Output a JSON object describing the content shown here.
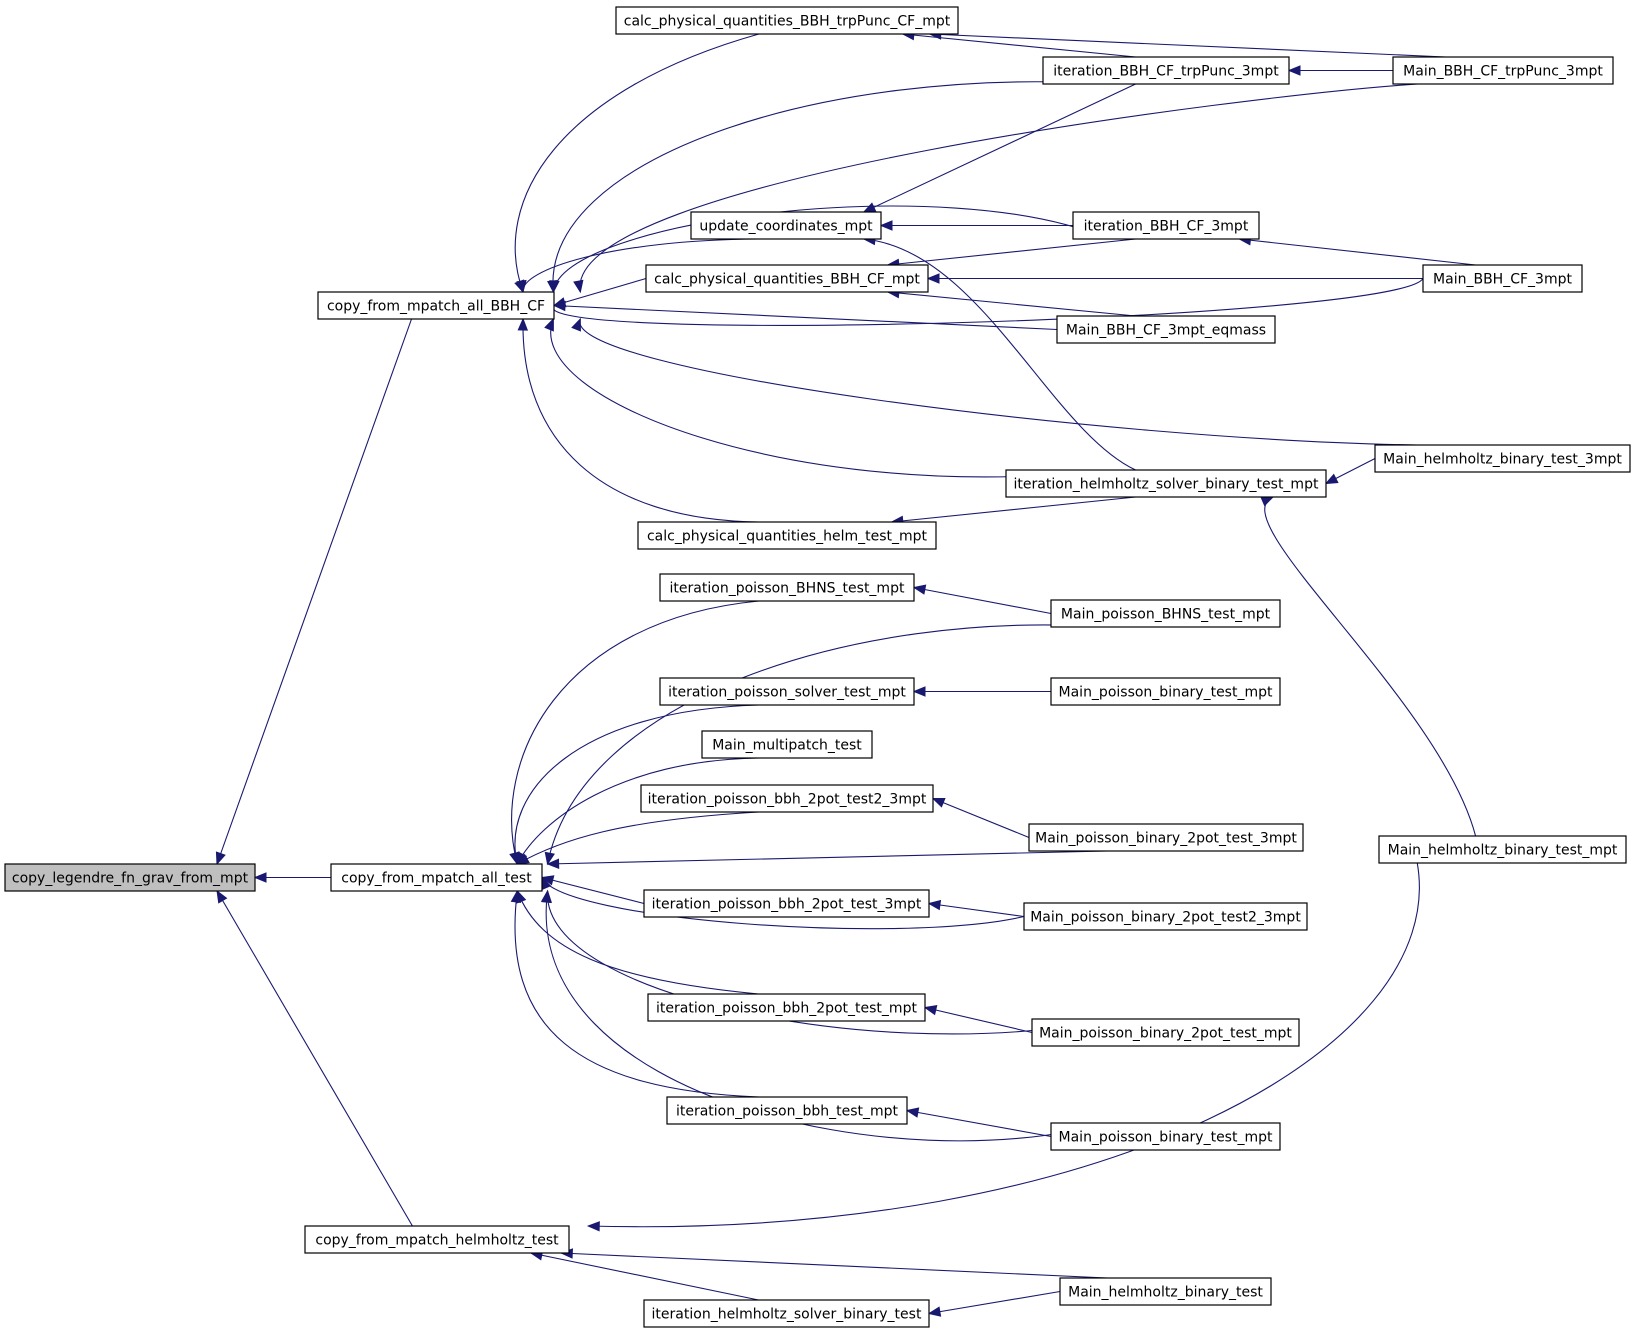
{
  "nodes": [
    {
      "id": "root",
      "label": "copy_legendre_fn_grav_from_mpt",
      "highlighted": true
    },
    {
      "id": "all_bbh",
      "label": "copy_from_mpatch_all_BBH_CF"
    },
    {
      "id": "all_test",
      "label": "copy_from_mpatch_all_test"
    },
    {
      "id": "helm_test",
      "label": "copy_from_mpatch_helmholtz_test"
    },
    {
      "id": "calc_trp",
      "label": "calc_physical_quantities_BBH_trpPunc_CF_mpt"
    },
    {
      "id": "update",
      "label": "update_coordinates_mpt"
    },
    {
      "id": "calc_cf",
      "label": "calc_physical_quantities_BBH_CF_mpt"
    },
    {
      "id": "calc_helm",
      "label": "calc_physical_quantities_helm_test_mpt"
    },
    {
      "id": "it_trp",
      "label": "iteration_BBH_CF_trpPunc_3mpt"
    },
    {
      "id": "it_3mpt",
      "label": "iteration_BBH_CF_3mpt"
    },
    {
      "id": "main_eqmass",
      "label": "Main_BBH_CF_3mpt_eqmass"
    },
    {
      "id": "it_helm_mpt",
      "label": "iteration_helmholtz_solver_binary_test_mpt"
    },
    {
      "id": "main_trp",
      "label": "Main_BBH_CF_trpPunc_3mpt"
    },
    {
      "id": "main_3mpt",
      "label": "Main_BBH_CF_3mpt"
    },
    {
      "id": "main_helm_3mpt",
      "label": "Main_helmholtz_binary_test_3mpt"
    },
    {
      "id": "main_helm_mpt",
      "label": "Main_helmholtz_binary_test_mpt"
    },
    {
      "id": "it_bhns",
      "label": "iteration_poisson_BHNS_test_mpt"
    },
    {
      "id": "it_solver",
      "label": "iteration_poisson_solver_test_mpt"
    },
    {
      "id": "main_multi",
      "label": "Main_multipatch_test"
    },
    {
      "id": "it_2pot2_3",
      "label": "iteration_poisson_bbh_2pot_test2_3mpt"
    },
    {
      "id": "it_2pot_3",
      "label": "iteration_poisson_bbh_2pot_test_3mpt"
    },
    {
      "id": "it_2pot",
      "label": "iteration_poisson_bbh_2pot_test_mpt"
    },
    {
      "id": "it_bbh",
      "label": "iteration_poisson_bbh_test_mpt"
    },
    {
      "id": "main_bhns",
      "label": "Main_poisson_BHNS_test_mpt"
    },
    {
      "id": "main_pbin",
      "label": "Main_poisson_binary_test_mpt"
    },
    {
      "id": "main_2pot_3",
      "label": "Main_poisson_binary_2pot_test_3mpt"
    },
    {
      "id": "main_2pot2_3",
      "label": "Main_poisson_binary_2pot_test2_3mpt"
    },
    {
      "id": "main_2pot",
      "label": "Main_poisson_binary_2pot_test_mpt"
    },
    {
      "id": "main_pbin2",
      "label": "Main_poisson_binary_test_mpt"
    },
    {
      "id": "it_helm",
      "label": "iteration_helmholtz_solver_binary_test"
    },
    {
      "id": "main_helm",
      "label": "Main_helmholtz_binary_test"
    }
  ],
  "edges": [
    {
      "from": "all_bbh",
      "to": "root"
    },
    {
      "from": "all_test",
      "to": "root"
    },
    {
      "from": "helm_test",
      "to": "root"
    },
    {
      "from": "calc_trp",
      "to": "all_bbh"
    },
    {
      "from": "it_trp",
      "to": "all_bbh"
    },
    {
      "from": "main_trp",
      "to": "all_bbh"
    },
    {
      "from": "it_3mpt",
      "to": "all_bbh"
    },
    {
      "from": "update",
      "to": "all_bbh"
    },
    {
      "from": "calc_cf",
      "to": "all_bbh"
    },
    {
      "from": "main_eqmass",
      "to": "all_bbh"
    },
    {
      "from": "main_3mpt",
      "to": "all_bbh"
    },
    {
      "from": "main_helm_3mpt",
      "to": "all_bbh"
    },
    {
      "from": "it_helm_mpt",
      "to": "all_bbh"
    },
    {
      "from": "calc_helm",
      "to": "all_bbh"
    },
    {
      "from": "main_trp",
      "to": "calc_trp"
    },
    {
      "from": "it_trp",
      "to": "calc_trp"
    },
    {
      "from": "main_trp",
      "to": "it_trp"
    },
    {
      "from": "it_trp",
      "to": "update"
    },
    {
      "from": "it_3mpt",
      "to": "update"
    },
    {
      "from": "it_helm_mpt",
      "to": "update"
    },
    {
      "from": "it_3mpt",
      "to": "calc_cf"
    },
    {
      "from": "main_3mpt",
      "to": "calc_cf"
    },
    {
      "from": "main_eqmass",
      "to": "calc_cf"
    },
    {
      "from": "main_3mpt",
      "to": "it_3mpt"
    },
    {
      "from": "main_helm_3mpt",
      "to": "it_helm_mpt"
    },
    {
      "from": "main_helm_mpt",
      "to": "it_helm_mpt"
    },
    {
      "from": "it_helm_mpt",
      "to": "calc_helm"
    },
    {
      "from": "it_bhns",
      "to": "all_test"
    },
    {
      "from": "main_bhns",
      "to": "all_test"
    },
    {
      "from": "it_solver",
      "to": "all_test"
    },
    {
      "from": "main_multi",
      "to": "all_test"
    },
    {
      "from": "it_2pot2_3",
      "to": "all_test"
    },
    {
      "from": "main_2pot_3",
      "to": "all_test"
    },
    {
      "from": "it_2pot_3",
      "to": "all_test"
    },
    {
      "from": "main_2pot2_3",
      "to": "all_test"
    },
    {
      "from": "it_2pot",
      "to": "all_test"
    },
    {
      "from": "main_2pot",
      "to": "all_test"
    },
    {
      "from": "it_bbh",
      "to": "all_test"
    },
    {
      "from": "main_pbin2",
      "to": "all_test"
    },
    {
      "from": "main_bhns",
      "to": "it_bhns"
    },
    {
      "from": "main_pbin",
      "to": "it_solver"
    },
    {
      "from": "main_2pot_3",
      "to": "it_2pot2_3"
    },
    {
      "from": "main_2pot2_3",
      "to": "it_2pot_3"
    },
    {
      "from": "main_2pot",
      "to": "it_2pot"
    },
    {
      "from": "main_pbin2",
      "to": "it_bbh"
    },
    {
      "from": "main_helm_mpt",
      "to": "helm_test"
    },
    {
      "from": "main_helm",
      "to": "helm_test"
    },
    {
      "from": "it_helm",
      "to": "helm_test"
    },
    {
      "from": "main_helm",
      "to": "it_helm"
    }
  ]
}
